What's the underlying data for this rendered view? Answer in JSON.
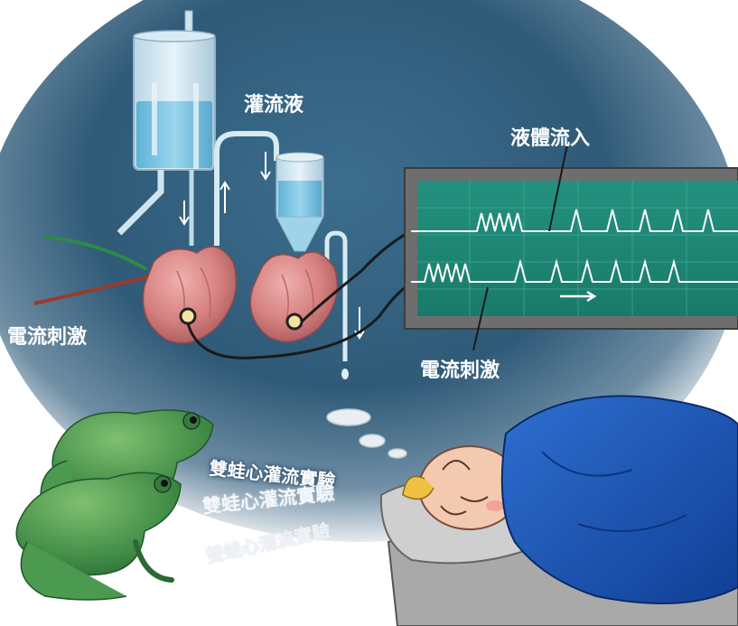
{
  "labels": {
    "perfusate": "灌流液",
    "fluid_inflow": "液體流入",
    "stimulus_left": "電流刺激",
    "stimulus_right": "電流刺激"
  },
  "titles": {
    "title_1": "雙蛙心灌流實驗",
    "title_2": "雙蛙心灌流實驗",
    "title_3": "雙蛙心灌流實驗"
  },
  "colors": {
    "background_glow": "#2f5a78",
    "monitor_frame": "#6e6e6e",
    "monitor_screen": "#1f8a78",
    "trace": "#ffffff",
    "heart": "#d98a8a",
    "frog": "#4c8f4a",
    "blanket": "#1c55b8",
    "liquid": "#7fc6e0"
  },
  "icons": [
    "perfusion-reservoir-icon",
    "funnel-cannula-icon",
    "frog-heart-icon",
    "frog-icon",
    "sleeping-man-icon",
    "monitor-icon",
    "electrode-icon",
    "arrow-right-icon"
  ]
}
